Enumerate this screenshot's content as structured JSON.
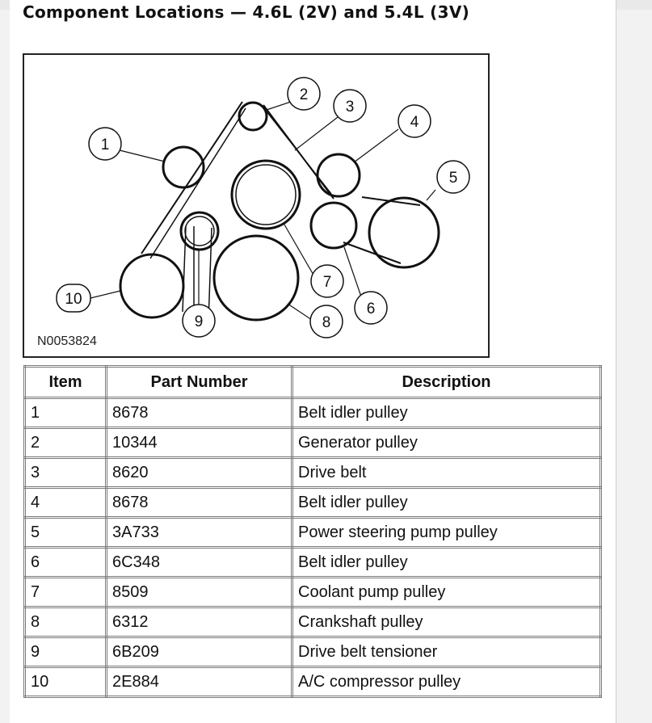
{
  "title": "Component Locations — 4.6L (2V) and 5.4L (3V)",
  "figure": {
    "id": "N0053824",
    "callouts": [
      "1",
      "2",
      "3",
      "4",
      "5",
      "6",
      "7",
      "8",
      "9",
      "10"
    ]
  },
  "table": {
    "headers": [
      "Item",
      "Part Number",
      "Description"
    ],
    "rows": [
      {
        "item": "1",
        "part": "8678",
        "desc": "Belt idler pulley"
      },
      {
        "item": "2",
        "part": "10344",
        "desc": "Generator pulley"
      },
      {
        "item": "3",
        "part": "8620",
        "desc": "Drive belt"
      },
      {
        "item": "4",
        "part": "8678",
        "desc": "Belt idler pulley"
      },
      {
        "item": "5",
        "part": "3A733",
        "desc": "Power steering pump pulley"
      },
      {
        "item": "6",
        "part": "6C348",
        "desc": "Belt idler pulley"
      },
      {
        "item": "7",
        "part": "8509",
        "desc": "Coolant pump pulley"
      },
      {
        "item": "8",
        "part": "6312",
        "desc": "Crankshaft pulley"
      },
      {
        "item": "9",
        "part": "6B209",
        "desc": "Drive belt tensioner"
      },
      {
        "item": "10",
        "part": "2E884",
        "desc": "A/C compressor pulley"
      }
    ]
  }
}
